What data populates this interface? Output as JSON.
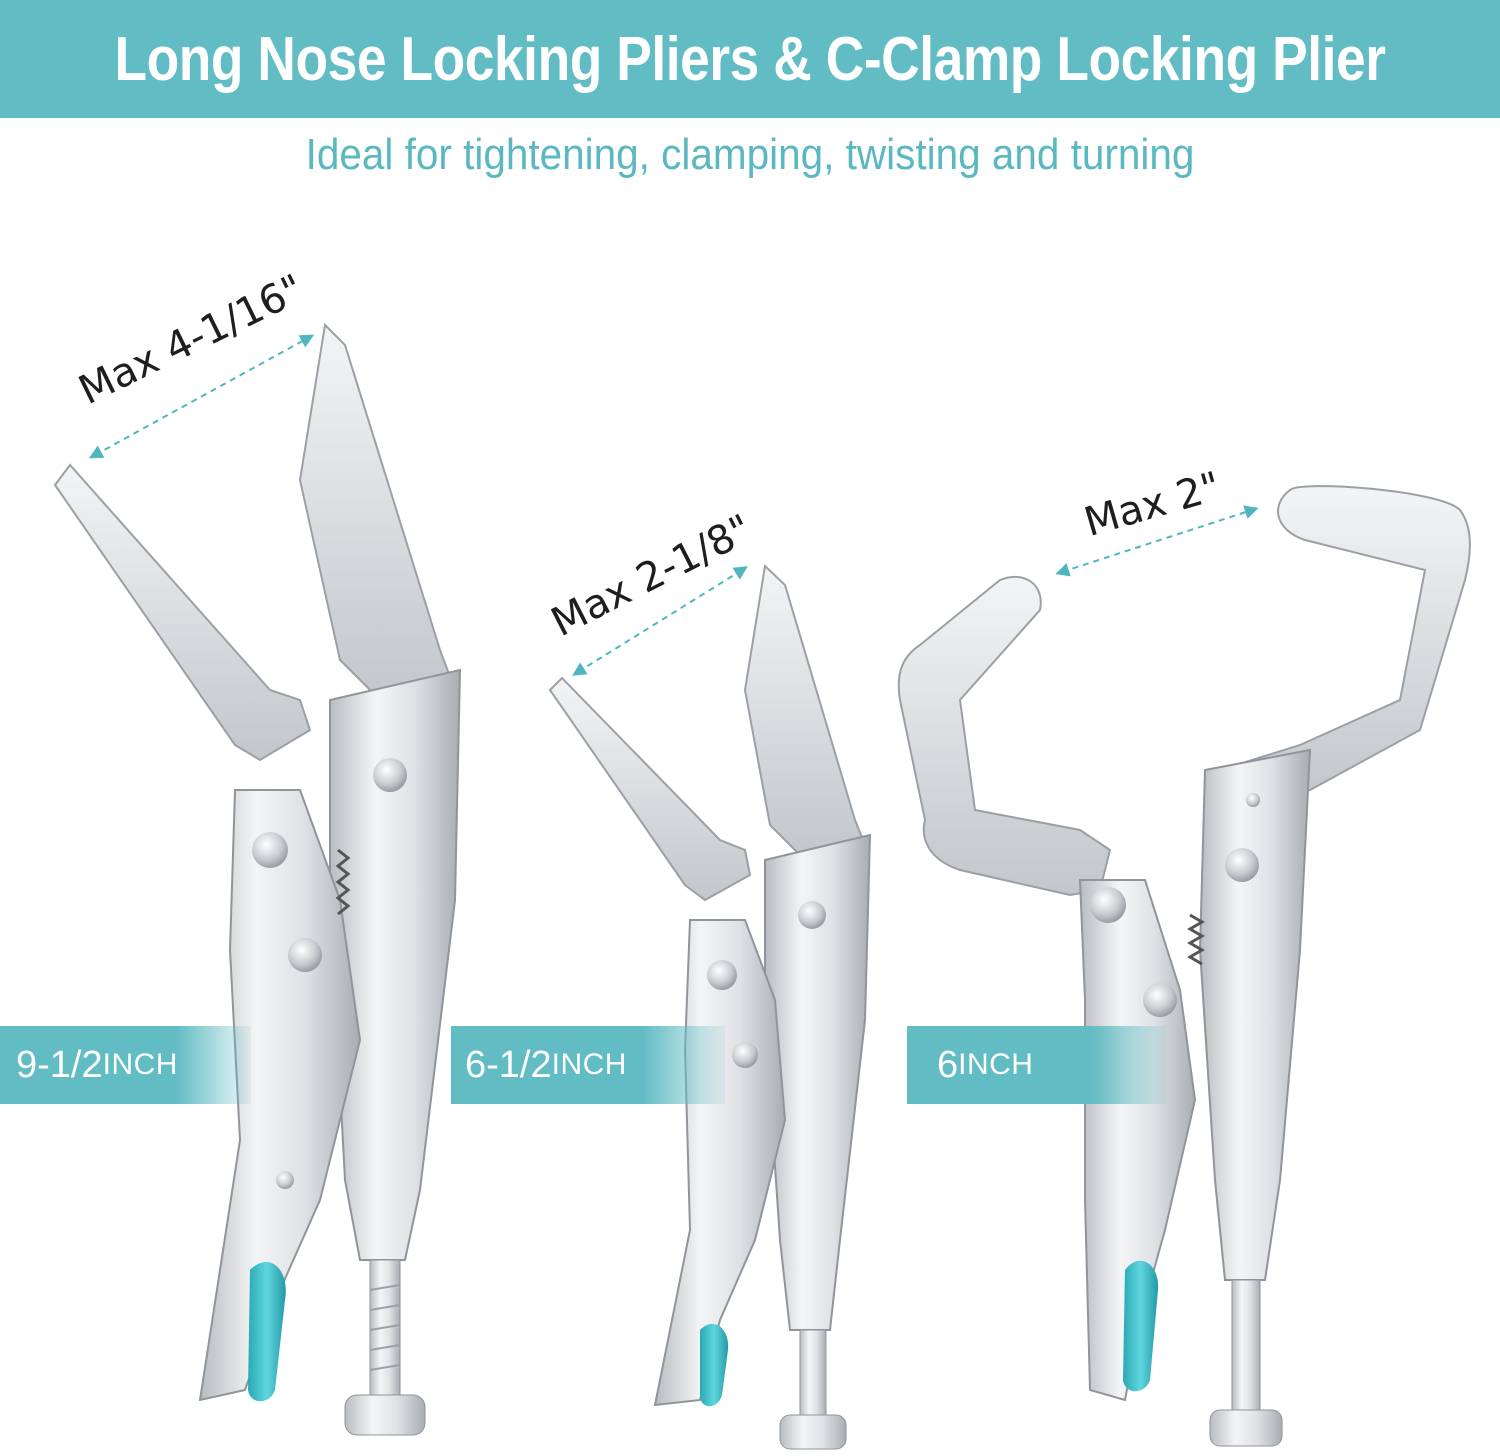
{
  "header": {
    "title": "Long Nose Locking Pliers & C-Clamp Locking Plier",
    "subtitle": "Ideal for tightening, clamping, twisting and turning"
  },
  "tools": [
    {
      "name": "long-nose-large",
      "max_opening": "Max 4-1/16\"",
      "size_value": "9-1/2",
      "size_unit": "INCH"
    },
    {
      "name": "long-nose-small",
      "max_opening": "Max 2-1/8\"",
      "size_value": "6-1/2",
      "size_unit": "INCH"
    },
    {
      "name": "c-clamp",
      "max_opening": "Max 2\"",
      "size_value": "6",
      "size_unit": "INCH"
    }
  ],
  "colors": {
    "accent": "#62bcc4",
    "subtitle": "#5bb8c0",
    "grip": "#3cc2cc",
    "metal": "#e4e6e8"
  }
}
